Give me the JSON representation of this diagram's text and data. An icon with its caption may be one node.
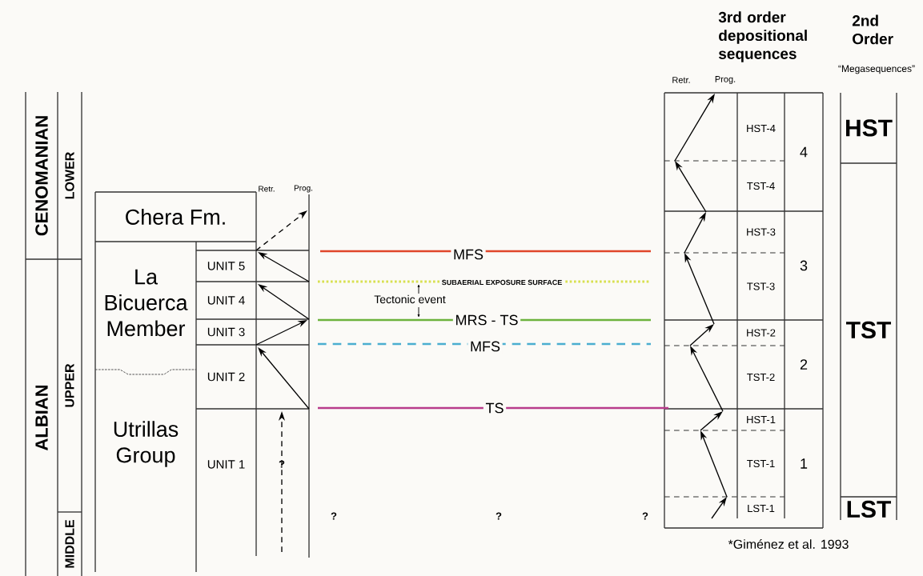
{
  "diagram": {
    "nodes": [
      {
        "text": [
          "CENOMANIAN"
        ]
      },
      {
        "text": [
          "LOWER"
        ]
      },
      {
        "text": [
          "ALBIAN"
        ]
      },
      {
        "text": [
          "UPPER"
        ]
      },
      {
        "text": [
          "MIDDLE"
        ]
      },
      {
        "text": [
          "Chera Fm."
        ]
      },
      {
        "text": [
          "La Bicuerca Member"
        ]
      },
      {
        "text": [
          "UNIT 5"
        ]
      },
      {
        "text": [
          "UNIT 4"
        ]
      },
      {
        "text": [
          "UNIT 3"
        ]
      },
      {
        "text": [
          "UNIT 2"
        ]
      },
      {
        "text": [
          "Utrillas Group"
        ]
      },
      {
        "text": [
          "UNIT 1"
        ]
      },
      {
        "text": [
          "HST-4"
        ]
      },
      {
        "text": [
          "4"
        ]
      },
      {
        "text": [
          "TST-4"
        ]
      },
      {
        "text": [
          "HST-3"
        ]
      },
      {
        "text": [
          "3"
        ]
      },
      {
        "text": [
          "TST-3"
        ]
      },
      {
        "text": [
          "HST-2"
        ]
      },
      {
        "text": [
          "2"
        ]
      },
      {
        "text": [
          "TST-2"
        ]
      },
      {
        "text": [
          "HST-1"
        ]
      },
      {
        "text": [
          "1"
        ]
      },
      {
        "text": [
          "TST-1"
        ]
      },
      {
        "text": [
          "LST-1"
        ]
      },
      {
        "text": [
          "HST"
        ]
      },
      {
        "text": [
          "TST"
        ]
      },
      {
        "text": [
          "LST"
        ]
      }
    ],
    "labels": [
      "3rd order depositional sequences",
      "2nd Order",
      "“Megasequences”",
      "Retr.",
      "Prog.",
      "Retr.",
      "Prog.",
      "MFS",
      "SUBAERIAL EXPOSURE SURFACE",
      "Tectonic event",
      "MRS - TS",
      "MFS",
      "TS",
      "?",
      "?",
      "?",
      "?",
      "*Giménez et al.  1993"
    ]
  }
}
